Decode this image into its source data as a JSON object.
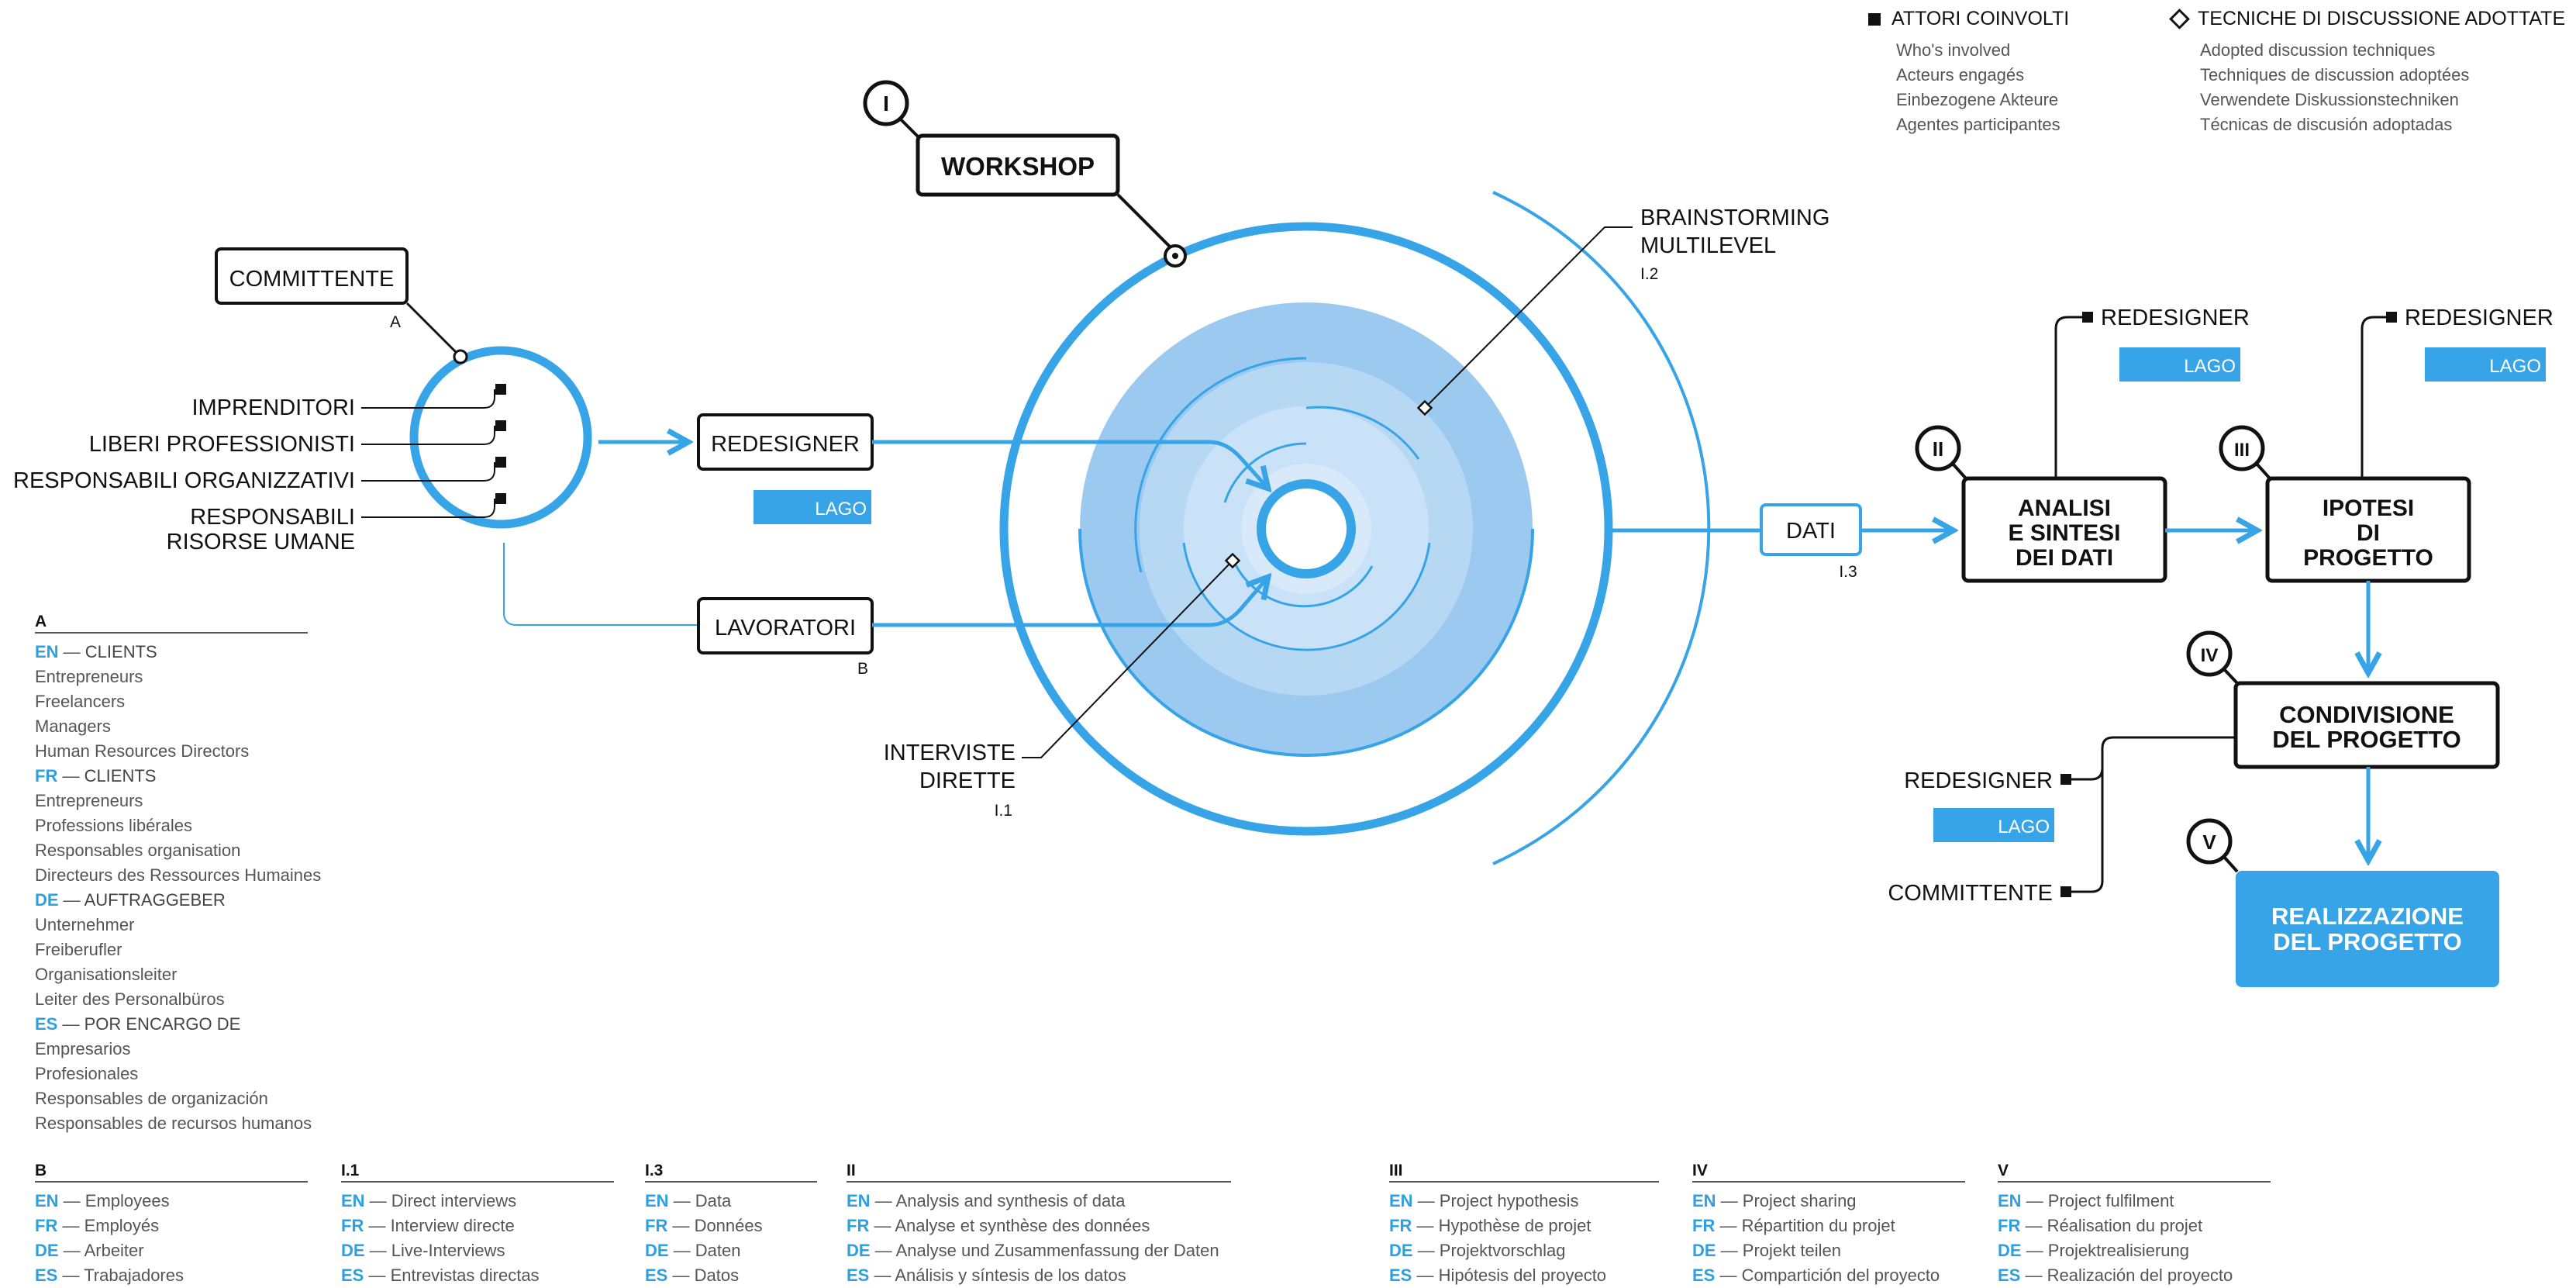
{
  "colors": {
    "accent": "#36a4e6",
    "light_blue": "#9bc9ef",
    "pale_blue": "#c5dff6",
    "ink": "#111111",
    "grey_text": "#555555"
  },
  "legend": {
    "actors": {
      "title": "ATTORI COINVOLTI",
      "icon": "filled-square-icon",
      "lines": [
        "Who's involved",
        "Acteurs engagés",
        "Einbezogene Akteure",
        "Agentes participantes"
      ]
    },
    "techniques": {
      "title": "TECNICHE DI DISCUSSIONE ADOTTATE",
      "icon": "hollow-diamond-icon",
      "lines": [
        "Adopted discussion techniques",
        "Techniques de discussion adoptées",
        "Verwendete Diskussionstechniken",
        "Técnicas de discusión adoptadas"
      ]
    }
  },
  "diagram": {
    "committente": {
      "label": "COMMITTENTE",
      "ref": "A"
    },
    "client_roles": [
      "IMPRENDITORI",
      "LIBERI PROFESSIONISTI",
      "RESPONSABILI ORGANIZZATIVI",
      "RESPONSABILI",
      "RISORSE UMANE"
    ],
    "redesigner": {
      "label": "REDESIGNER",
      "tag": "LAGO"
    },
    "lavoratori": {
      "label": "LAVORATORI",
      "ref": "B"
    },
    "workshop": {
      "numeral": "I",
      "label": "WORKSHOP"
    },
    "brainstorming": {
      "line1": "BRAINSTORMING",
      "line2": "MULTILEVEL",
      "ref": "I.2"
    },
    "interviste": {
      "line1": "INTERVISTE",
      "line2": "DIRETTE",
      "ref": "I.1"
    },
    "dati": {
      "label": "DATI",
      "ref": "I.3"
    },
    "analisi": {
      "numeral": "II",
      "line1": "ANALISI",
      "line2": "E SINTESI",
      "line3": "DEI DATI",
      "actor": "REDESIGNER",
      "tag": "LAGO"
    },
    "ipotesi": {
      "numeral": "III",
      "line1": "IPOTESI",
      "line2": "DI",
      "line3": "PROGETTO",
      "actor": "REDESIGNER",
      "tag": "LAGO"
    },
    "condivisione": {
      "numeral": "IV",
      "line1": "CONDIVISIONE",
      "line2": "DEL PROGETTO",
      "actor1": "REDESIGNER",
      "tag": "LAGO",
      "actor2": "COMMITTENTE"
    },
    "realizzazione": {
      "numeral": "V",
      "line1": "REALIZZAZIONE",
      "line2": "DEL PROGETTO"
    }
  },
  "notes": {
    "A": {
      "heading": "A",
      "groups": [
        {
          "lang": "EN",
          "title": "CLIENTS",
          "items": [
            "Entrepreneurs",
            "Freelancers",
            "Managers",
            "Human Resources Directors"
          ]
        },
        {
          "lang": "FR",
          "title": "CLIENTS",
          "items": [
            "Entrepreneurs",
            "Professions libérales",
            "Responsables organisation",
            "Directeurs des Ressources Humaines"
          ]
        },
        {
          "lang": "DE",
          "title": "AUFTRAGGEBER",
          "items": [
            "Unternehmer",
            "Freiberufler",
            "Organisationsleiter",
            "Leiter des Personalbüros"
          ]
        },
        {
          "lang": "ES",
          "title": "POR ENCARGO DE",
          "items": [
            "Empresarios",
            "Profesionales",
            "Responsables de organización",
            "Responsables de recursos humanos"
          ]
        }
      ]
    },
    "B": {
      "heading": "B",
      "rows": [
        {
          "lang": "EN",
          "text": "Employees"
        },
        {
          "lang": "FR",
          "text": "Employés"
        },
        {
          "lang": "DE",
          "text": "Arbeiter"
        },
        {
          "lang": "ES",
          "text": "Trabajadores"
        }
      ]
    },
    "I1": {
      "heading": "I.1",
      "rows": [
        {
          "lang": "EN",
          "text": "Direct interviews"
        },
        {
          "lang": "FR",
          "text": "Interview directe"
        },
        {
          "lang": "DE",
          "text": "Live-Interviews"
        },
        {
          "lang": "ES",
          "text": "Entrevistas directas"
        }
      ]
    },
    "I3": {
      "heading": "I.3",
      "rows": [
        {
          "lang": "EN",
          "text": "Data"
        },
        {
          "lang": "FR",
          "text": "Données"
        },
        {
          "lang": "DE",
          "text": "Daten"
        },
        {
          "lang": "ES",
          "text": "Datos"
        }
      ]
    },
    "II": {
      "heading": "II",
      "rows": [
        {
          "lang": "EN",
          "text": "Analysis and synthesis of data"
        },
        {
          "lang": "FR",
          "text": "Analyse et synthèse des données"
        },
        {
          "lang": "DE",
          "text": "Analyse und Zusammenfassung der Daten"
        },
        {
          "lang": "ES",
          "text": "Análisis y síntesis de los datos"
        }
      ]
    },
    "III": {
      "heading": "III",
      "rows": [
        {
          "lang": "EN",
          "text": "Project hypothesis"
        },
        {
          "lang": "FR",
          "text": "Hypothèse de projet"
        },
        {
          "lang": "DE",
          "text": "Projektvorschlag"
        },
        {
          "lang": "ES",
          "text": "Hipótesis del proyecto"
        }
      ]
    },
    "IV": {
      "heading": "IV",
      "rows": [
        {
          "lang": "EN",
          "text": "Project sharing"
        },
        {
          "lang": "FR",
          "text": "Répartition du projet"
        },
        {
          "lang": "DE",
          "text": "Projekt teilen"
        },
        {
          "lang": "ES",
          "text": "Compartición del proyecto"
        }
      ]
    },
    "V": {
      "heading": "V",
      "rows": [
        {
          "lang": "EN",
          "text": "Project fulfilment"
        },
        {
          "lang": "FR",
          "text": "Réalisation du projet"
        },
        {
          "lang": "DE",
          "text": "Projektrealisierung"
        },
        {
          "lang": "ES",
          "text": "Realización del proyecto"
        }
      ]
    }
  }
}
